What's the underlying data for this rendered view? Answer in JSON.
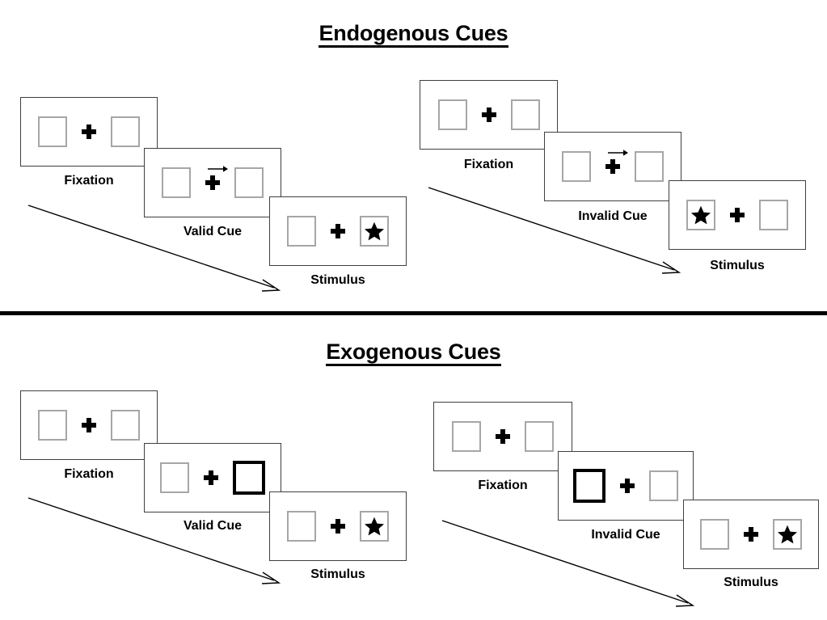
{
  "sections": [
    {
      "id": "endogenous",
      "title": "Endogenous Cues",
      "cue_type": "arrow",
      "columns": [
        {
          "id": "endogenous-valid",
          "validity": "valid",
          "panels": [
            {
              "caption": "Fixation",
              "stage": "fixation",
              "left_box": "empty",
              "right_box": "empty",
              "arrow": "none"
            },
            {
              "caption": "Valid Cue",
              "stage": "cue",
              "left_box": "empty",
              "right_box": "empty",
              "arrow": "right"
            },
            {
              "caption": "Stimulus",
              "stage": "stimulus",
              "left_box": "empty",
              "right_box": "star",
              "arrow": "none"
            }
          ]
        },
        {
          "id": "endogenous-invalid",
          "validity": "invalid",
          "panels": [
            {
              "caption": "Fixation",
              "stage": "fixation",
              "left_box": "empty",
              "right_box": "empty",
              "arrow": "none"
            },
            {
              "caption": "Invalid Cue",
              "stage": "cue",
              "left_box": "empty",
              "right_box": "empty",
              "arrow": "right"
            },
            {
              "caption": "Stimulus",
              "stage": "stimulus",
              "left_box": "star",
              "right_box": "empty",
              "arrow": "none"
            }
          ]
        }
      ]
    },
    {
      "id": "exogenous",
      "title": "Exogenous Cues",
      "cue_type": "box-flash",
      "columns": [
        {
          "id": "exogenous-valid",
          "validity": "valid",
          "panels": [
            {
              "caption": "Fixation",
              "stage": "fixation",
              "left_box": "empty",
              "right_box": "empty",
              "arrow": "none"
            },
            {
              "caption": "Valid Cue",
              "stage": "cue",
              "left_box": "empty",
              "right_box": "cued",
              "arrow": "none"
            },
            {
              "caption": "Stimulus",
              "stage": "stimulus",
              "left_box": "empty",
              "right_box": "star",
              "arrow": "none"
            }
          ]
        },
        {
          "id": "exogenous-invalid",
          "validity": "invalid",
          "panels": [
            {
              "caption": "Fixation",
              "stage": "fixation",
              "left_box": "empty",
              "right_box": "empty",
              "arrow": "none"
            },
            {
              "caption": "Invalid Cue",
              "stage": "cue",
              "left_box": "cued",
              "right_box": "empty",
              "arrow": "none"
            },
            {
              "caption": "Stimulus",
              "stage": "stimulus",
              "left_box": "empty",
              "right_box": "star",
              "arrow": "none"
            }
          ]
        }
      ]
    }
  ],
  "icons": {
    "fixation_cross": "plus-icon",
    "target_star": "star-icon",
    "cue_arrow": "arrow-right-icon",
    "timeline": "timeline-arrow-icon",
    "divider": "section-divider"
  },
  "colors": {
    "background": "#ffffff",
    "text": "#000000",
    "panel_border": "#3f3f3f",
    "box_border": "#a6a6a6",
    "cued_box_border": "#000000",
    "divider": "#000000"
  }
}
